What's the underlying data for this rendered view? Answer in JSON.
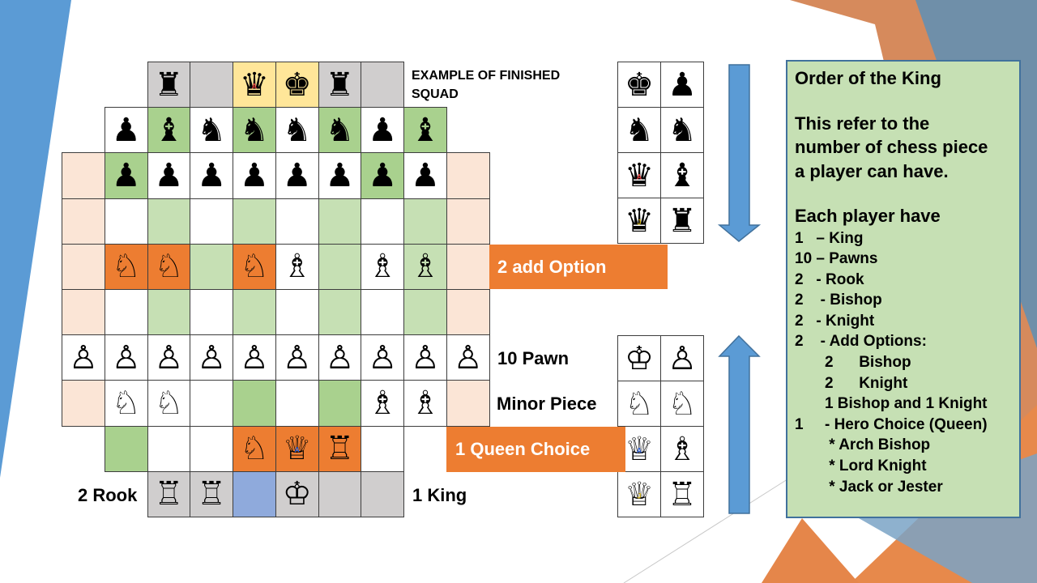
{
  "colors": {
    "orange": "#ed7d31",
    "green": "#a9d18e",
    "light_green": "#c6e0b4",
    "gray": "#d0cece",
    "yellow": "#ffe699",
    "blue": "#8faadc",
    "peach": "#fbe5d6",
    "arrow_blue": "#5b9bd5",
    "panel_border": "#41719c"
  },
  "labels": {
    "example": "EXAMPLE OF FINISHED SQUAD",
    "add_option": "2 add Option",
    "pawn": "10 Pawn",
    "minor": "Minor Piece",
    "queen": "1 Queen Choice",
    "rook": "2 Rook",
    "king": "1 King"
  },
  "order_panel": {
    "title": "Order of the King",
    "desc": [
      "This refer to the",
      "number of chess piece",
      "a player can have."
    ],
    "each": "Each player have",
    "items": [
      "1   – King",
      "10 – Pawns",
      "2   - Rook",
      "2    - Bishop",
      "2   - Knight",
      "2    - Add Options:",
      "       2      Bishop",
      "       2      Knight",
      "       1 Bishop and 1 Knight",
      "",
      "1     - Hero Choice (Queen)",
      "        * Arch Bishop",
      "        * Lord Knight",
      "        * Jack or Jester"
    ]
  },
  "black_legend": [
    [
      "king",
      "pawn"
    ],
    [
      "knight",
      "knight"
    ],
    [
      "queen-a",
      "bishop"
    ],
    [
      "queen-j",
      "rook"
    ]
  ],
  "white_legend": [
    [
      "king",
      "pawn"
    ],
    [
      "knight",
      "knight"
    ],
    [
      "queen-a",
      "bishop"
    ],
    [
      "queen-j",
      "rook"
    ]
  ],
  "board": [
    [
      "",
      "",
      "b:rook",
      "",
      "b:queen-a",
      "b:king",
      "b:rook",
      "",
      "",
      ""
    ],
    [
      "",
      "b:pawn",
      "b:bishop",
      "b:knight",
      "b:knight",
      "b:knight",
      "b:knight",
      "b:pawn",
      "b:bishop",
      ""
    ],
    [
      "",
      "b:pawn",
      "b:pawn",
      "b:pawn",
      "b:pawn",
      "b:pawn",
      "b:pawn",
      "b:pawn",
      "b:pawn",
      ""
    ],
    [
      "",
      "",
      "",
      "",
      "",
      "",
      "",
      "",
      "",
      ""
    ],
    [
      "",
      "w:knight",
      "w:knight",
      "",
      "w:knight",
      "w:bishop",
      "",
      "w:bishop",
      "w:bishop",
      ""
    ],
    [
      "",
      "",
      "",
      "",
      "",
      "",
      "",
      "",
      "",
      ""
    ],
    [
      "w:pawn",
      "w:pawn",
      "w:pawn",
      "w:pawn",
      "w:pawn",
      "w:pawn",
      "w:pawn",
      "w:pawn",
      "w:pawn",
      "w:pawn"
    ],
    [
      "",
      "w:knight",
      "w:knight",
      "",
      "",
      "",
      "",
      "w:bishop",
      "w:bishop",
      ""
    ],
    [
      "",
      "",
      "",
      "",
      "w:knight",
      "w:queen-a",
      "w:rook",
      "",
      "",
      ""
    ],
    [
      "",
      "",
      "w:rook",
      "w:rook",
      "",
      "w:king",
      "",
      "",
      "",
      ""
    ]
  ],
  "board_colors": [
    [
      "",
      "",
      "gray",
      "gray",
      "yellow",
      "yellow",
      "gray",
      "gray",
      "",
      ""
    ],
    [
      "",
      "white",
      "green",
      "white",
      "green",
      "white",
      "green",
      "white",
      "green",
      ""
    ],
    [
      "peach",
      "green",
      "white",
      "white",
      "white",
      "white",
      "white",
      "green",
      "white",
      "peach"
    ],
    [
      "peach",
      "white",
      "light_green",
      "white",
      "light_green",
      "white",
      "light_green",
      "white",
      "light_green",
      "peach"
    ],
    [
      "peach",
      "orange",
      "orange",
      "light_green",
      "orange",
      "white",
      "light_green",
      "white",
      "light_green",
      "peach"
    ],
    [
      "peach",
      "white",
      "light_green",
      "white",
      "light_green",
      "white",
      "light_green",
      "white",
      "light_green",
      "peach"
    ],
    [
      "white",
      "white",
      "white",
      "white",
      "white",
      "white",
      "white",
      "white",
      "white",
      "white"
    ],
    [
      "peach",
      "white",
      "white",
      "white",
      "green",
      "white",
      "green",
      "white",
      "white",
      "peach"
    ],
    [
      "",
      "green",
      "white",
      "white",
      "orange",
      "orange",
      "orange",
      "white",
      "",
      ""
    ],
    [
      "",
      "",
      "gray",
      "gray",
      "blue",
      "gray",
      "gray",
      "gray",
      "",
      ""
    ]
  ],
  "glyphs": {
    "b": {
      "king": "♚",
      "queen-a": "♛",
      "queen-j": "♛",
      "rook": "♜",
      "bishop": "♝",
      "knight": "♞",
      "pawn": "♟"
    },
    "w": {
      "king": "♔",
      "queen-a": "♕",
      "queen-j": "♕",
      "rook": "♖",
      "bishop": "♗",
      "knight": "♘",
      "pawn": "♙"
    }
  },
  "piece_marks": {
    "queen-a": "A",
    "queen-j": "J"
  }
}
